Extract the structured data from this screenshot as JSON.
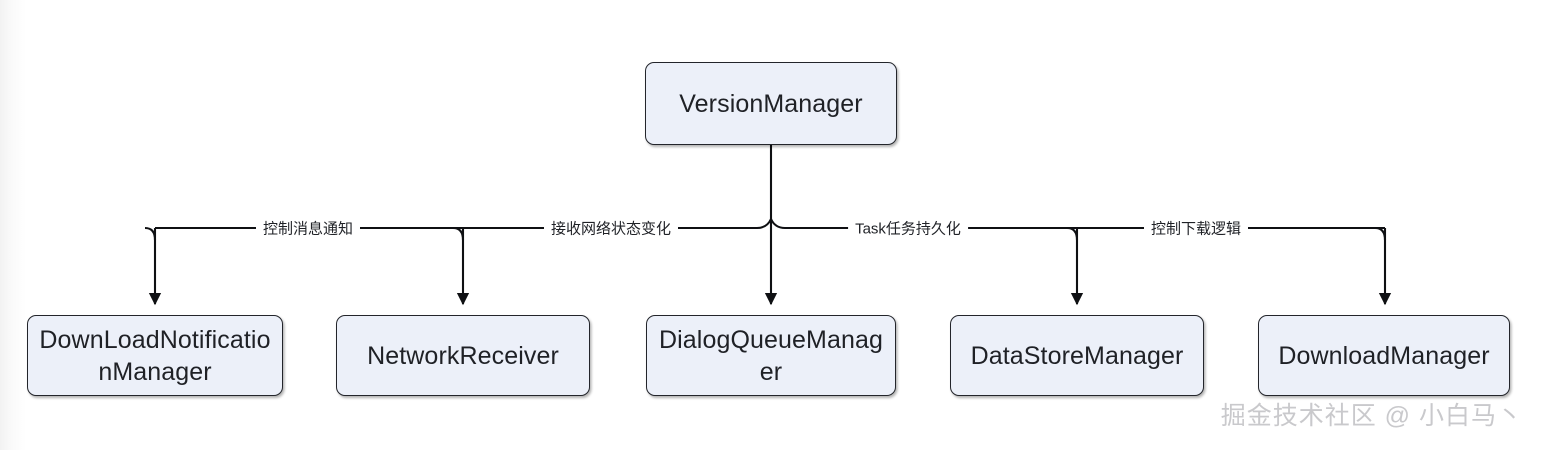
{
  "diagram": {
    "type": "flowchart",
    "direction": "top-down",
    "root": {
      "id": "version-manager",
      "label": "VersionManager"
    },
    "children": [
      {
        "id": "download-notification-manager",
        "label": "DownLoadNotificationManager",
        "edge_label": "控制消息通知"
      },
      {
        "id": "network-receiver",
        "label": "NetworkReceiver",
        "edge_label": "接收网络状态变化"
      },
      {
        "id": "dialog-queue-manager",
        "label": "DialogQueueManager",
        "edge_label": "Task任务持久化"
      },
      {
        "id": "data-store-manager",
        "label": "DataStoreManager",
        "edge_label": "控制下载逻辑"
      },
      {
        "id": "download-manager",
        "label": "DownloadManager",
        "edge_label": "控制下载逻辑"
      }
    ],
    "edge_labels": [
      "控制消息通知",
      "接收网络状态变化",
      "Task任务持久化",
      "控制下载逻辑"
    ],
    "colors": {
      "node_fill": "#ecf0f9",
      "node_stroke": "#23252b",
      "edge_stroke": "#0f1013",
      "text": "#1f2126",
      "background": "#ffffff",
      "watermark": "#c9c9cc"
    }
  },
  "watermark": {
    "text": "掘金技术社区 @ 小白马丶"
  }
}
